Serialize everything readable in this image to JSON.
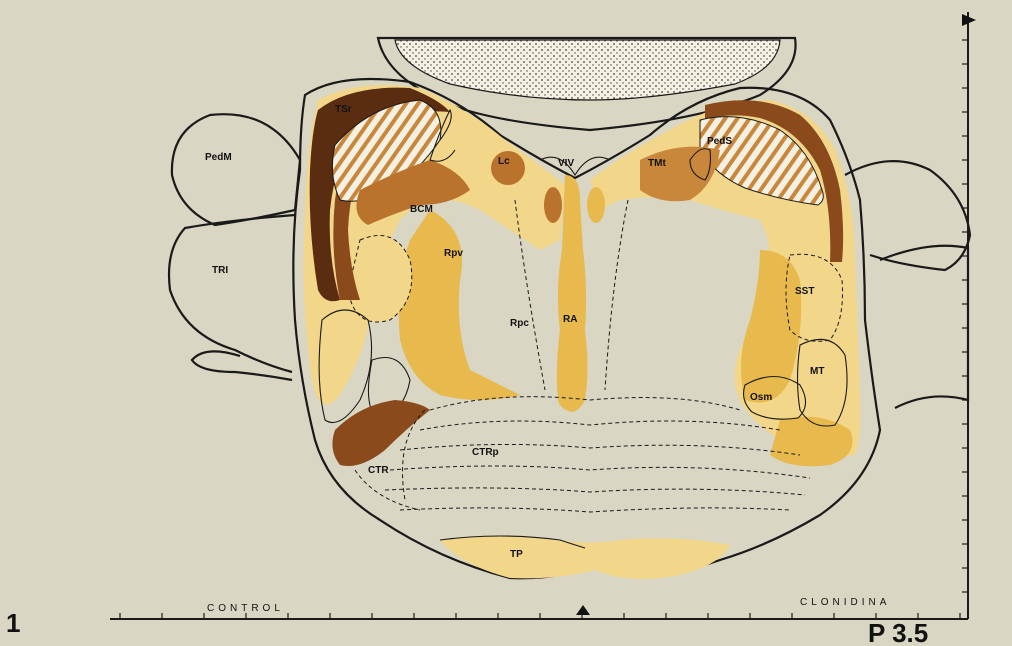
{
  "figure": {
    "number": "1",
    "level": "P 3.5",
    "left_side_label": "CONTROL",
    "right_side_label": "CLONIDINA"
  },
  "regions": {
    "PedM": "PedM",
    "TRI": "TRI",
    "TSr": "TSr",
    "Lc": "Lc",
    "VIV": "VIV",
    "TMt": "TMt",
    "PedS": "PedS",
    "BCM": "BCM",
    "Rpv": "Rpv",
    "Rpc": "Rpc",
    "RA": "RA",
    "SST": "SST",
    "MT": "MT",
    "Osm": "Osm",
    "CTR": "CTR",
    "CTRp": "CTRp",
    "TP": "TP"
  },
  "colors": {
    "background": "#d9d6c4",
    "light_yellow": "#f2d68a",
    "yellow": "#e8ba4e",
    "orange_brown": "#b9732d",
    "brown": "#8a4a1c",
    "dark_brown": "#5a2c10",
    "white_matter": "#f4f1e2"
  },
  "icons": {
    "midline_marker": "triangle-up-icon",
    "scale_marker": "triangle-right-icon"
  }
}
